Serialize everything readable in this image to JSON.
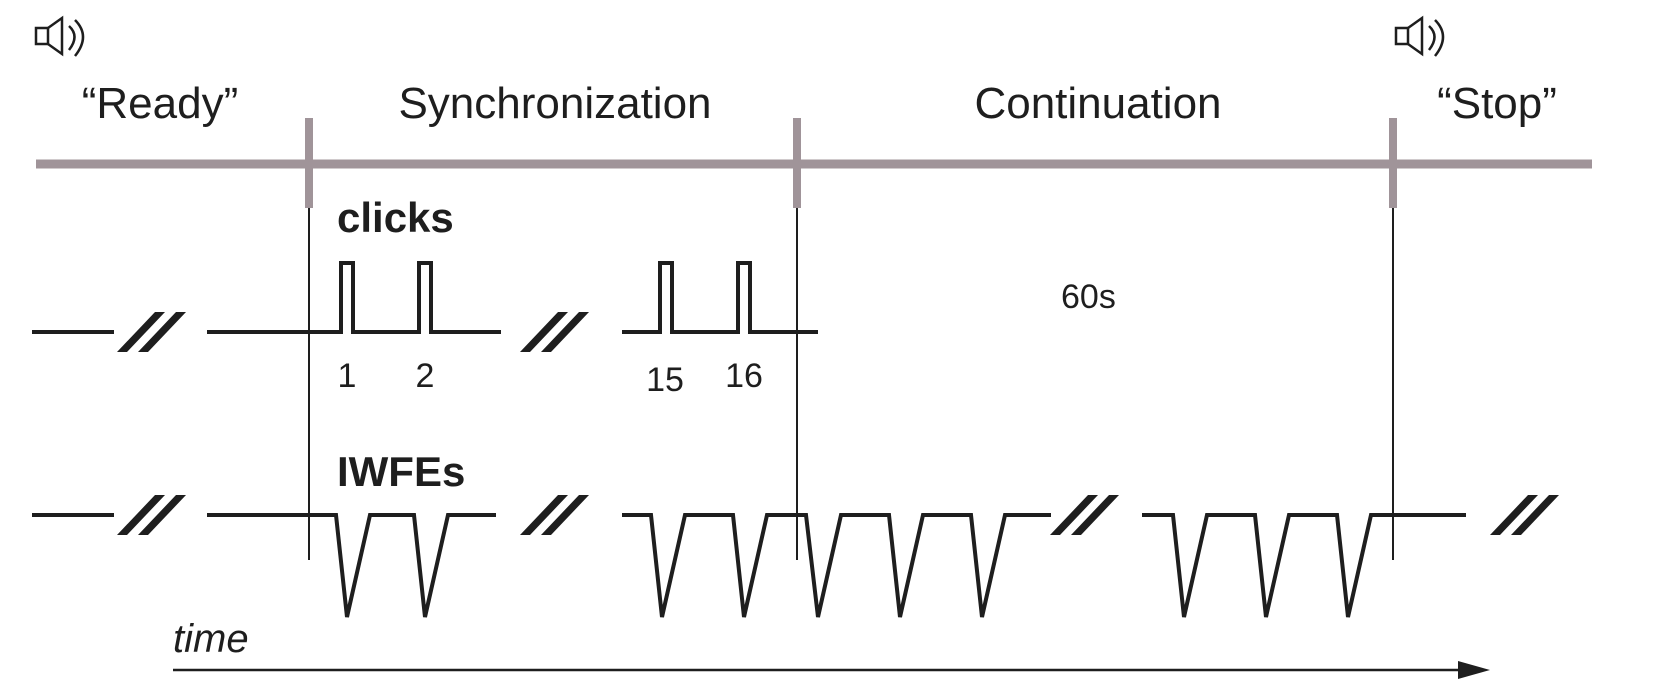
{
  "phases": {
    "ready": "“Ready”",
    "synchronization": "Synchronization",
    "continuation": "Continuation",
    "stop": "“Stop”"
  },
  "signals": {
    "clicks_label": "clicks",
    "iwfes_label": "IWFEs"
  },
  "click_numbers": [
    "1",
    "2",
    "15",
    "16"
  ],
  "duration_label": "60s",
  "time_label": "time",
  "icons": [
    "speaker-icon",
    "speaker-icon"
  ],
  "colors": {
    "timeline_bar": "#a09499",
    "ink": "#1e1e1e"
  }
}
